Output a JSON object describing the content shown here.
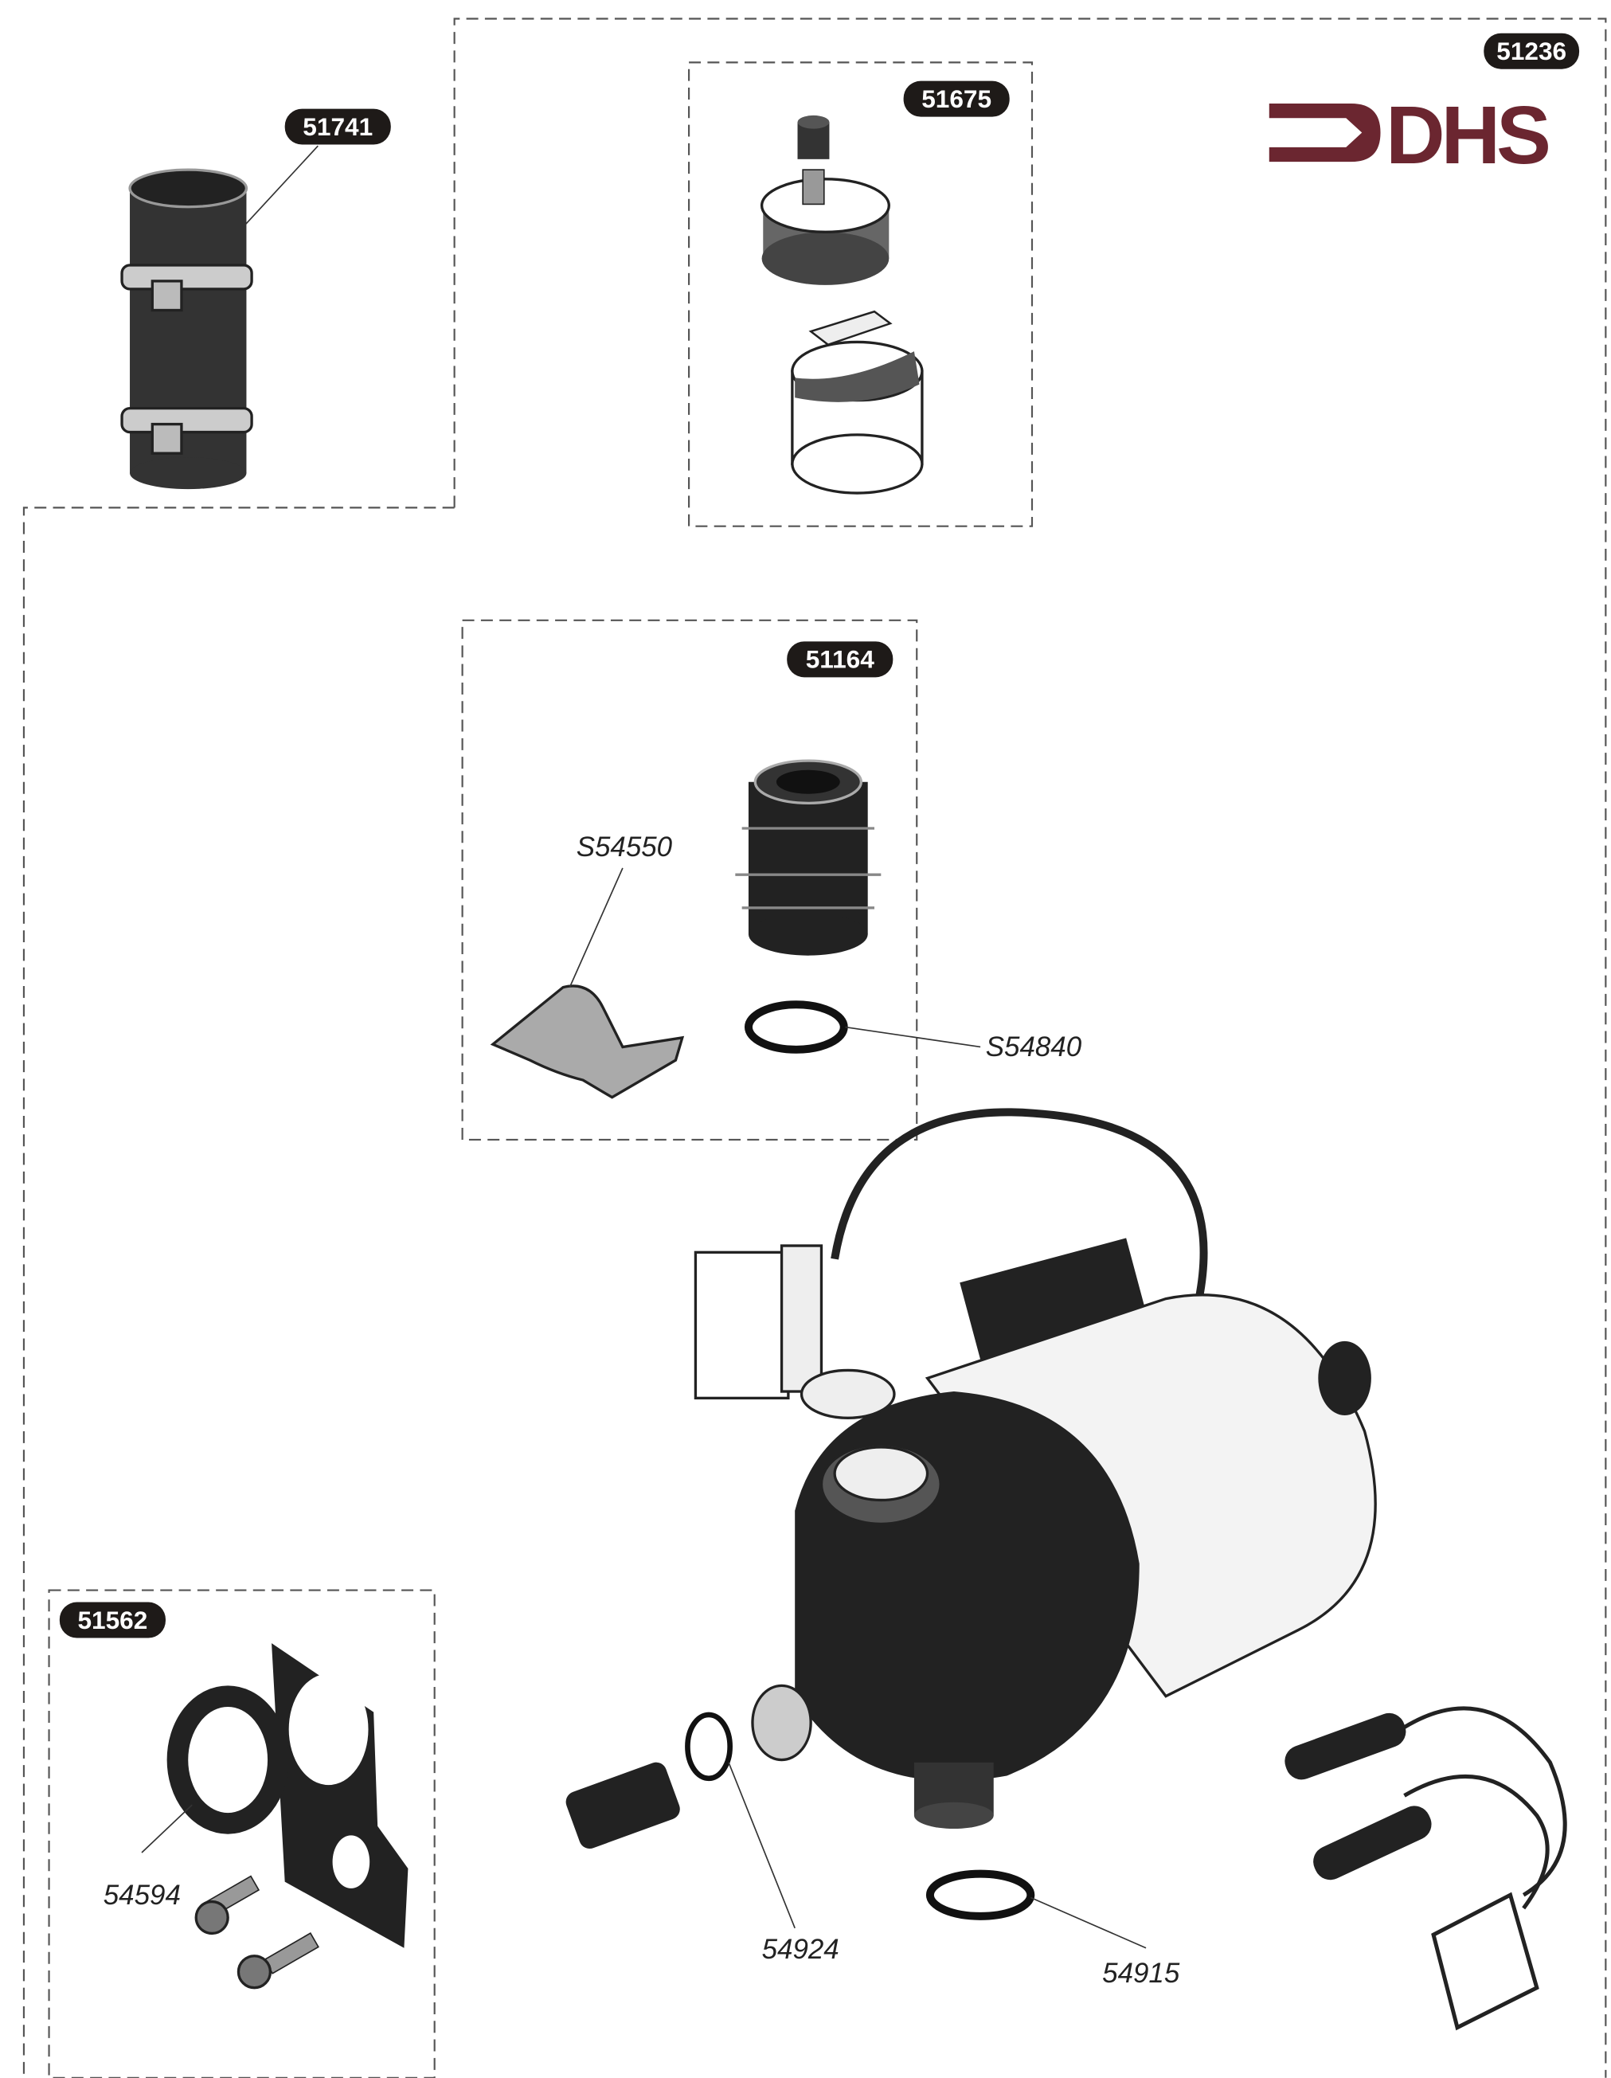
{
  "brand": {
    "logo_text": "DHS",
    "color": "#6b2630"
  },
  "kits": [
    {
      "id": "51236"
    },
    {
      "id": "51741"
    },
    {
      "id": "51675"
    },
    {
      "id": "51164"
    },
    {
      "id": "51562"
    }
  ],
  "parts": {
    "s54550": "S54550",
    "s54840": "S54840",
    "p54594": "54594",
    "p54924": "54924",
    "p54915": "54915"
  }
}
